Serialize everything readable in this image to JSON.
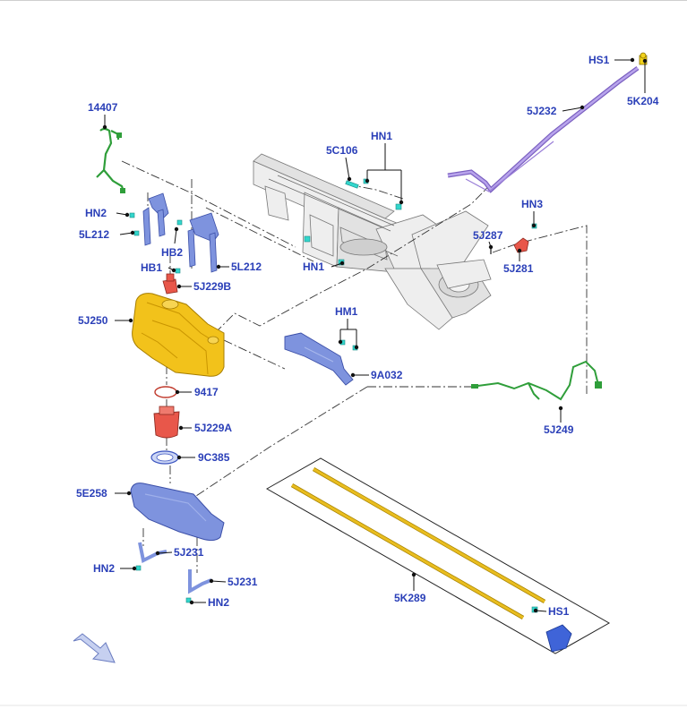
{
  "diagram": {
    "callouts": {
      "p14407": "14407",
      "hn2_top": "HN2",
      "l5l212_left": "5L212",
      "hb2": "HB2",
      "hb1": "HB1",
      "l5l212_right": "5L212",
      "l5j229b": "5J229B",
      "l5j250": "5J250",
      "l9417": "9417",
      "l5j229a": "5J229A",
      "l9c385": "9C385",
      "l5e258": "5E258",
      "l5j231_a": "5J231",
      "hn2_mid": "HN2",
      "l5j231_b": "5J231",
      "hn2_bot": "HN2",
      "l5c106": "5C106",
      "hn1_top": "HN1",
      "hn1_low": "HN1",
      "hm1": "HM1",
      "l9a032": "9A032",
      "hs1_top": "HS1",
      "l5k204": "5K204",
      "l5j232": "5J232",
      "hn3": "HN3",
      "l5j287": "5J287",
      "l5j281": "5J281",
      "l5j249": "5J249",
      "l5k289": "5K289",
      "hs1_bot": "HS1"
    },
    "colors": {
      "label": "#2a3fb8",
      "tank": "#f2c21b",
      "tube": "#9a7fd8",
      "harness": "#2f9e3a",
      "bracket": "#7e93de",
      "pump": "#e8574a",
      "clip": "#33d6cc",
      "rod": "#e9bd1f"
    },
    "icons": {
      "nav_arrow": "arrow-down-right-icon"
    }
  }
}
